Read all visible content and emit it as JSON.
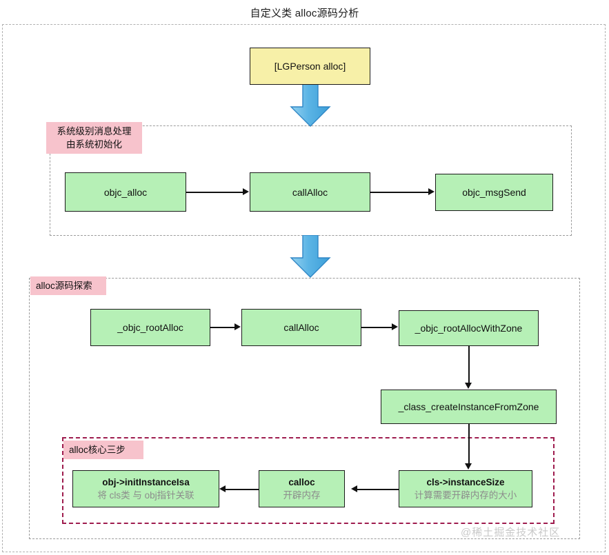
{
  "page": {
    "title": "自定义类 alloc源码分析",
    "watermark": "@稀土掘金技术社区",
    "colors": {
      "green_node": "#b6f0b6",
      "yellow_node": "#f7f0a8",
      "pink_label": "#f7c3cc",
      "blue_arrow": "#5bb4e5",
      "blue_arrow_stroke": "#2f86c5",
      "node_border": "#1a1a1a",
      "dashed_gray": "#9a9a9a",
      "dashed_red": "#9e1b4d",
      "sub_text": "#8c8c8c"
    }
  },
  "entry": {
    "label": "[LGPerson alloc]"
  },
  "sections": [
    {
      "id": "system-message-handling",
      "label": "系统级别消息处理\n由系统初始化",
      "nodes": [
        {
          "id": "objc-alloc",
          "label": "objc_alloc"
        },
        {
          "id": "call-alloc-1",
          "label": "callAlloc"
        },
        {
          "id": "objc-msg-send",
          "label": "objc_msgSend"
        }
      ]
    },
    {
      "id": "alloc-source-exploration",
      "label": "alloc源码探索",
      "nodes": [
        {
          "id": "objc-root-alloc",
          "label": "_objc_rootAlloc"
        },
        {
          "id": "call-alloc-2",
          "label": "callAlloc"
        },
        {
          "id": "objc-root-alloc-with-zone",
          "label": "_objc_rootAllocWithZone"
        },
        {
          "id": "class-create-instance-from-zone",
          "label": "_class_createInstanceFromZone"
        }
      ]
    },
    {
      "id": "alloc-core-three-steps",
      "label": "alloc核心三步",
      "nodes": [
        {
          "id": "instance-size",
          "label": "cls->instanceSize",
          "sub": "计算需要开辟内存的大小"
        },
        {
          "id": "calloc",
          "label": "calloc",
          "sub": "开辟内存"
        },
        {
          "id": "init-instance-isa",
          "label": "obj->initInstanceIsa",
          "sub": "将 cls类 与 obj指针关联"
        }
      ]
    }
  ]
}
